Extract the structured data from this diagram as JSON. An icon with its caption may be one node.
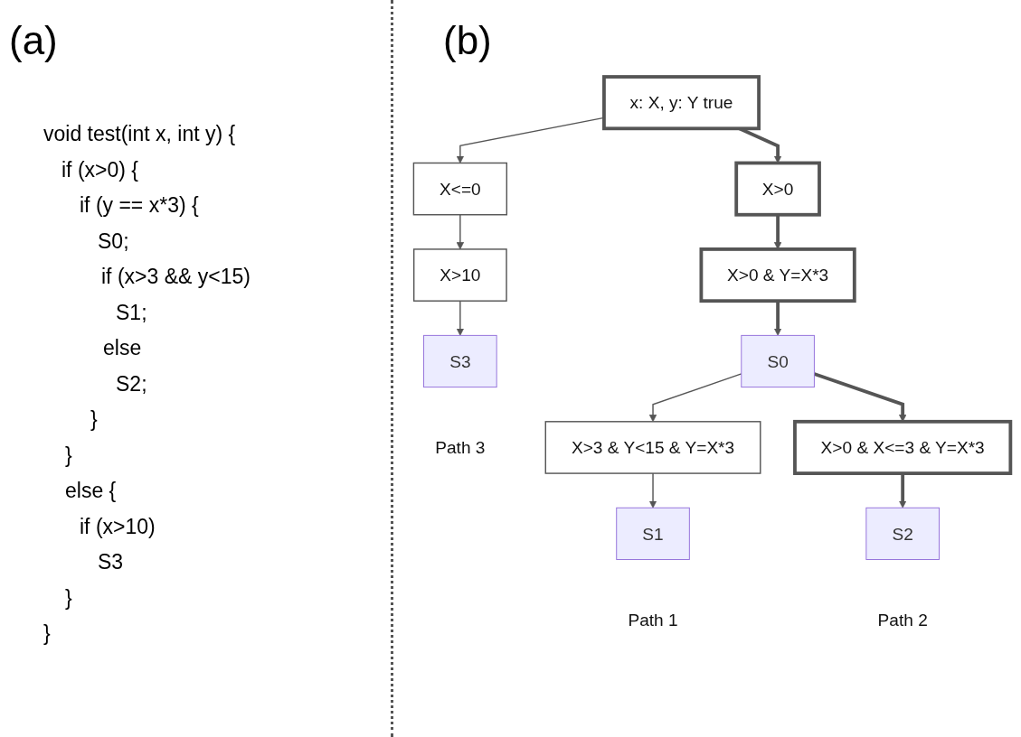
{
  "diagram": {
    "nodes": [
      {
        "text": [
          "x: X, y: Y true"
        ]
      },
      {
        "text": [
          "X>0"
        ]
      },
      {
        "text": [
          "X<=0"
        ]
      },
      {
        "text": [
          "X>0 & Y=X*3"
        ]
      },
      {
        "text": [
          "X>10"
        ]
      },
      {
        "text": [
          "S0"
        ]
      },
      {
        "text": [
          "S3"
        ],
        "beside": [
          "Path 3"
        ]
      },
      {
        "text": [
          "X>3 & Y<15 & Y=X*3"
        ]
      },
      {
        "text": [
          "X>0 & X<=3 & Y=X*3"
        ]
      },
      {
        "text": [
          "S1"
        ],
        "beside": [
          "Path 1"
        ]
      },
      {
        "text": [
          "S2"
        ],
        "beside": [
          "Path 2"
        ]
      }
    ],
    "edges": [
      {
        "from": 0,
        "to": 1,
        "arrow": "to",
        "style": "thick"
      },
      {
        "from": 0,
        "to": 2,
        "arrow": "to"
      },
      {
        "from": 1,
        "to": 3,
        "arrow": "to",
        "style": "thick"
      },
      {
        "from": 2,
        "to": 4,
        "arrow": "to"
      },
      {
        "from": 3,
        "to": 5,
        "arrow": "to",
        "style": "thick"
      },
      {
        "from": 4,
        "to": 6,
        "arrow": "to"
      },
      {
        "from": 5,
        "to": 7,
        "arrow": "to"
      },
      {
        "from": 5,
        "to": 8,
        "arrow": "to",
        "style": "thick"
      },
      {
        "from": 7,
        "to": 9,
        "arrow": "to"
      },
      {
        "from": 8,
        "to": 10,
        "arrow": "to",
        "style": "thick"
      }
    ],
    "labels": [
      "(a)",
      "void test(int x, int y) {",
      "if (x>0) {",
      "if (y == x*3) {",
      "S0;",
      "if (x>3 && y<15)",
      "S1;",
      "else",
      "S2;",
      "}",
      "}",
      "else {",
      "if (x>10)",
      "S3",
      "}",
      "}",
      "(b)"
    ]
  }
}
